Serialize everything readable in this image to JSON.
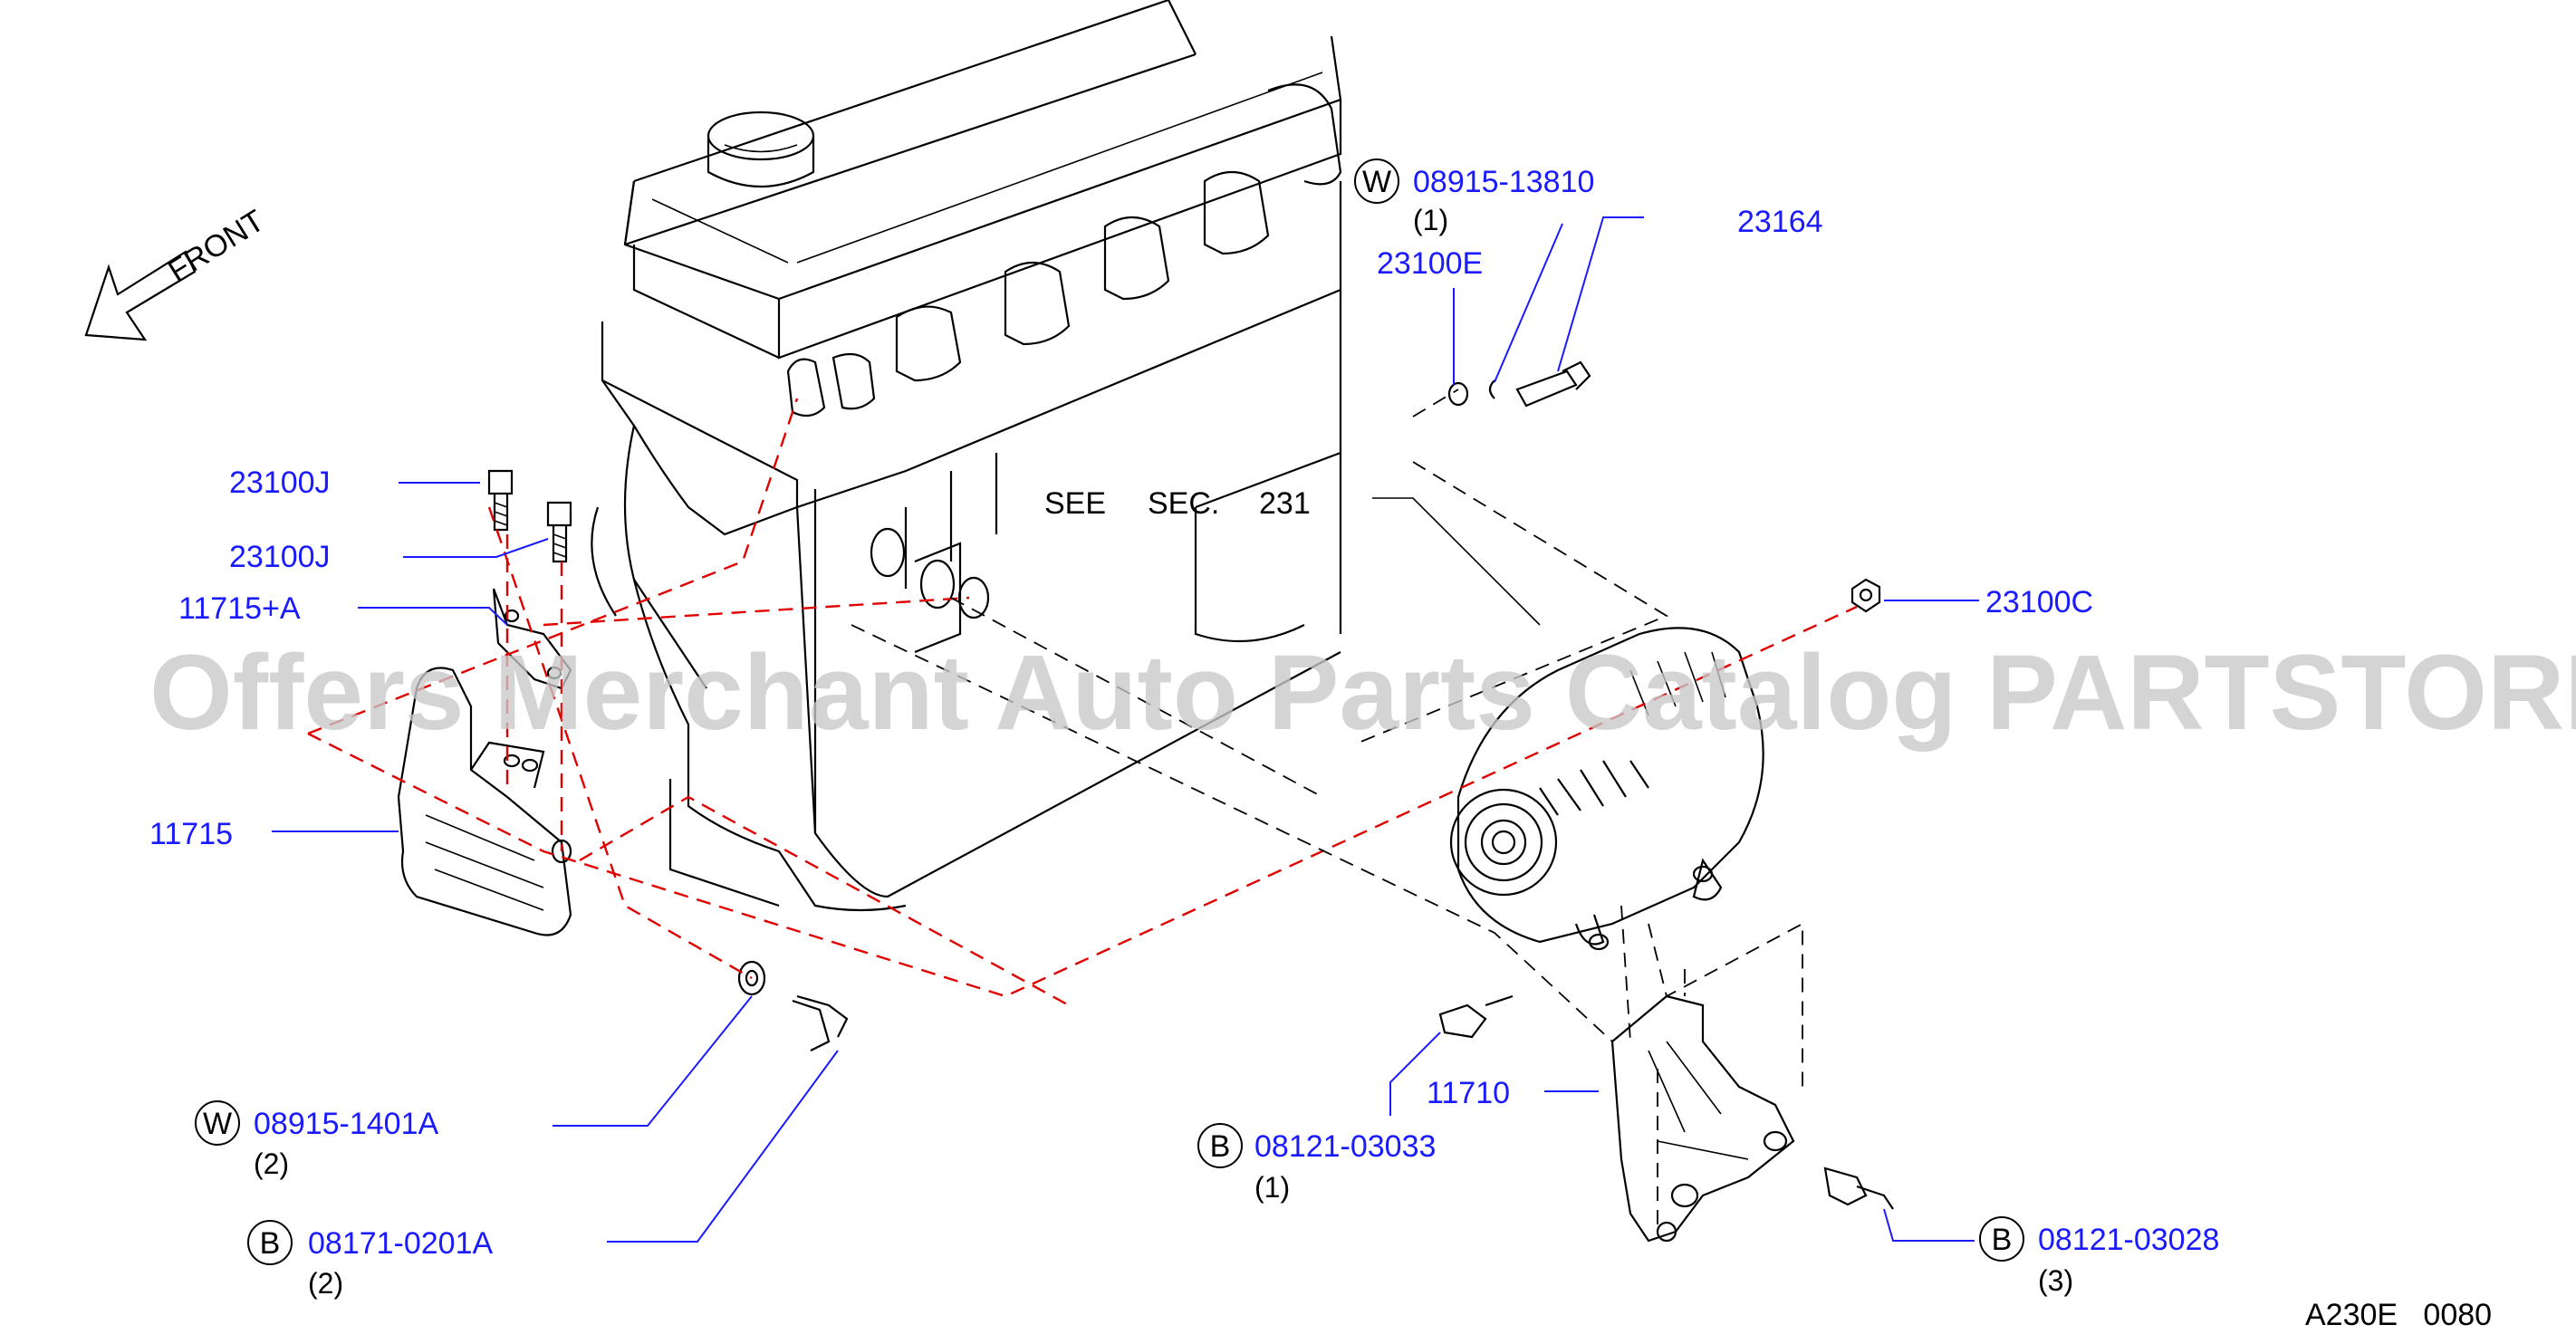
{
  "front_label": "FRONT",
  "see_section": {
    "see": "SEE",
    "sec": "SEC.",
    "num": "231"
  },
  "watermark": "Offers Merchant Auto Parts Catalog PARTSTORE.SA",
  "diagram_code": "A230E   0080",
  "parts": {
    "p08915_13810": {
      "prefix": "W",
      "number": "08915-13810",
      "qty": "(1)"
    },
    "p23164": {
      "number": "23164"
    },
    "p23100E": {
      "number": "23100E"
    },
    "p23100J_a": {
      "number": "23100J"
    },
    "p23100J_b": {
      "number": "23100J"
    },
    "p11715A": {
      "number": "11715+A"
    },
    "p11715": {
      "number": "11715"
    },
    "p23100C": {
      "number": "23100C"
    },
    "p08915_1401A": {
      "prefix": "W",
      "number": "08915-1401A",
      "qty": "(2)"
    },
    "p08171_0201A": {
      "prefix": "B",
      "number": "08171-0201A",
      "qty": "(2)"
    },
    "p11710": {
      "number": "11710"
    },
    "p08121_03033": {
      "prefix": "B",
      "number": "08121-03033",
      "qty": "(1)"
    },
    "p08121_03028": {
      "prefix": "B",
      "number": "08121-03028",
      "qty": "(3)"
    }
  },
  "colors": {
    "part_link": "#1a1aff",
    "phantom_line": "#e00000",
    "line": "#000000",
    "watermark": "#c8c8c8"
  }
}
